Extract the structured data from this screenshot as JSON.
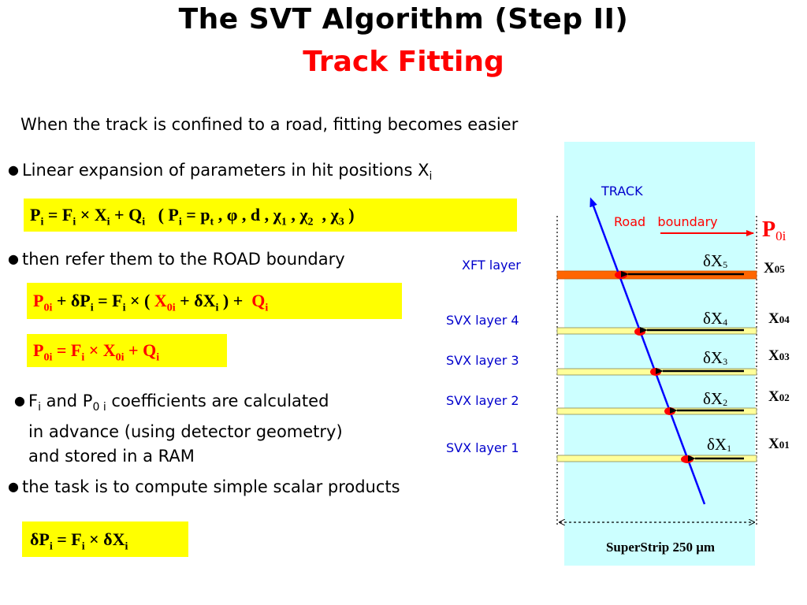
{
  "title": {
    "line1": "The SVT Algorithm (Step II)",
    "line2": "Track Fitting"
  },
  "intro": "When the track is confined to a road, fitting becomes easier",
  "bullets": {
    "b1": "Linear expansion of parameters in hit positions X",
    "b1_sub": "i",
    "b2": "then refer them to the ROAD boundary",
    "b3_pre": "F",
    "b3_sub1": "i",
    "b3_mid": " and P",
    "b3_sub2": "0 i",
    "b3_post": " coefficients are calculated",
    "b3_line2": "in advance (using detector geometry)",
    "b3_line3": "and  stored in a RAM",
    "b4": "the task is to compute simple scalar products"
  },
  "equations": {
    "eq1": {
      "a": "P",
      "a_sub": "i",
      "b": " = F",
      "b_sub": "i",
      "c": "  × X",
      "c_sub": "i",
      "d": " + Q",
      "d_sub": "i",
      "e": "   ( P",
      "e_sub": "i",
      "f": " = p",
      "f_sub": "t",
      "g": " , φ , d , χ",
      "g_sub": "1",
      "h": " , χ",
      "h_sub": "2",
      "i": "  , χ",
      "i_sub": "3",
      "j": " )"
    },
    "eq2": {
      "a": "P",
      "a_sub": "0i",
      "b": " + δP",
      "b_sub": "i",
      "c": " = F",
      "c_sub": "i",
      "d": " × ( ",
      "e": "X",
      "e_sub": "0i",
      "f": " + δX",
      "f_sub": "i",
      "g": " ) +  ",
      "h": "Q",
      "h_sub": "i"
    },
    "eq3": {
      "a": "P",
      "a_sub": "0i",
      "b": " = F",
      "b_sub": "i",
      "c": " × X",
      "c_sub": "0i",
      "d": " + Q",
      "d_sub": "i"
    },
    "eq4": {
      "a": "δP",
      "a_sub": "i",
      "b": " = F",
      "b_sub": "i",
      "c": " × δX",
      "c_sub": "i"
    }
  },
  "diagram": {
    "track_label": "TRACK",
    "road_label": "Road   boundary",
    "p0i": "P",
    "p0i_sub": "0i",
    "superstrip": "SuperStrip 250 μm",
    "layers": [
      {
        "name": "XFT layer",
        "dx": "δX",
        "dx_sub": "5",
        "x0": "X",
        "x0_sub": "05"
      },
      {
        "name": "SVX layer 4",
        "dx": "δX",
        "dx_sub": "4",
        "x0": "X",
        "x0_sub": "04"
      },
      {
        "name": "SVX layer 3",
        "dx": "δX",
        "dx_sub": "3",
        "x0": "X",
        "x0_sub": "03"
      },
      {
        "name": "SVX layer 2",
        "dx": "δX",
        "dx_sub": "2",
        "x0": "X",
        "x0_sub": "02"
      },
      {
        "name": "SVX layer 1",
        "dx": "δX",
        "dx_sub": "1",
        "x0": "X",
        "x0_sub": "01"
      }
    ],
    "colors": {
      "road_fill": "#ccffff",
      "xft_bar": "#ff6600",
      "svx_bar": "#ffff99",
      "track": "#0000ff",
      "hit": "#ff0000",
      "label_blue": "#0000cc"
    }
  }
}
